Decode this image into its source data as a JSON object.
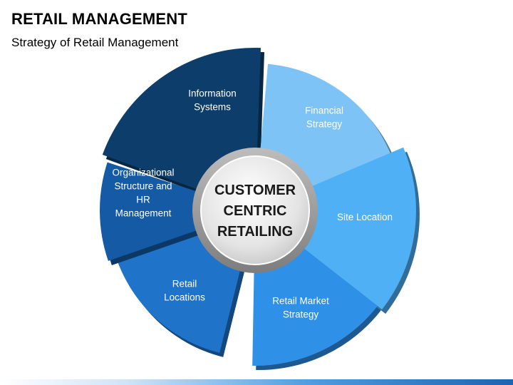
{
  "header": {
    "title": "RETAIL MANAGEMENT",
    "subtitle": "Strategy of Retail Management"
  },
  "center": {
    "lines": [
      "CUSTOMER",
      "CENTRIC",
      "RETAILING"
    ]
  },
  "segments": [
    {
      "lines": [
        "Information",
        "Systems"
      ],
      "color": "#0c3d6b",
      "text_color": "#ffffff"
    },
    {
      "lines": [
        "Financial",
        "Strategy"
      ],
      "color": "#7ec3f6",
      "text_color": "#ffffff"
    },
    {
      "lines": [
        "Site Location"
      ],
      "color": "#4fb0f5",
      "text_color": "#ffffff"
    },
    {
      "lines": [
        "Retail Market",
        "Strategy"
      ],
      "color": "#2f90e8",
      "text_color": "#ffffff"
    },
    {
      "lines": [
        "Retail",
        "Locations"
      ],
      "color": "#1f73c9",
      "text_color": "#ffffff"
    },
    {
      "lines": [
        "Organizational",
        "Structure and",
        "HR",
        "Management"
      ],
      "color": "#145aa4",
      "text_color": "#ffffff"
    }
  ]
}
